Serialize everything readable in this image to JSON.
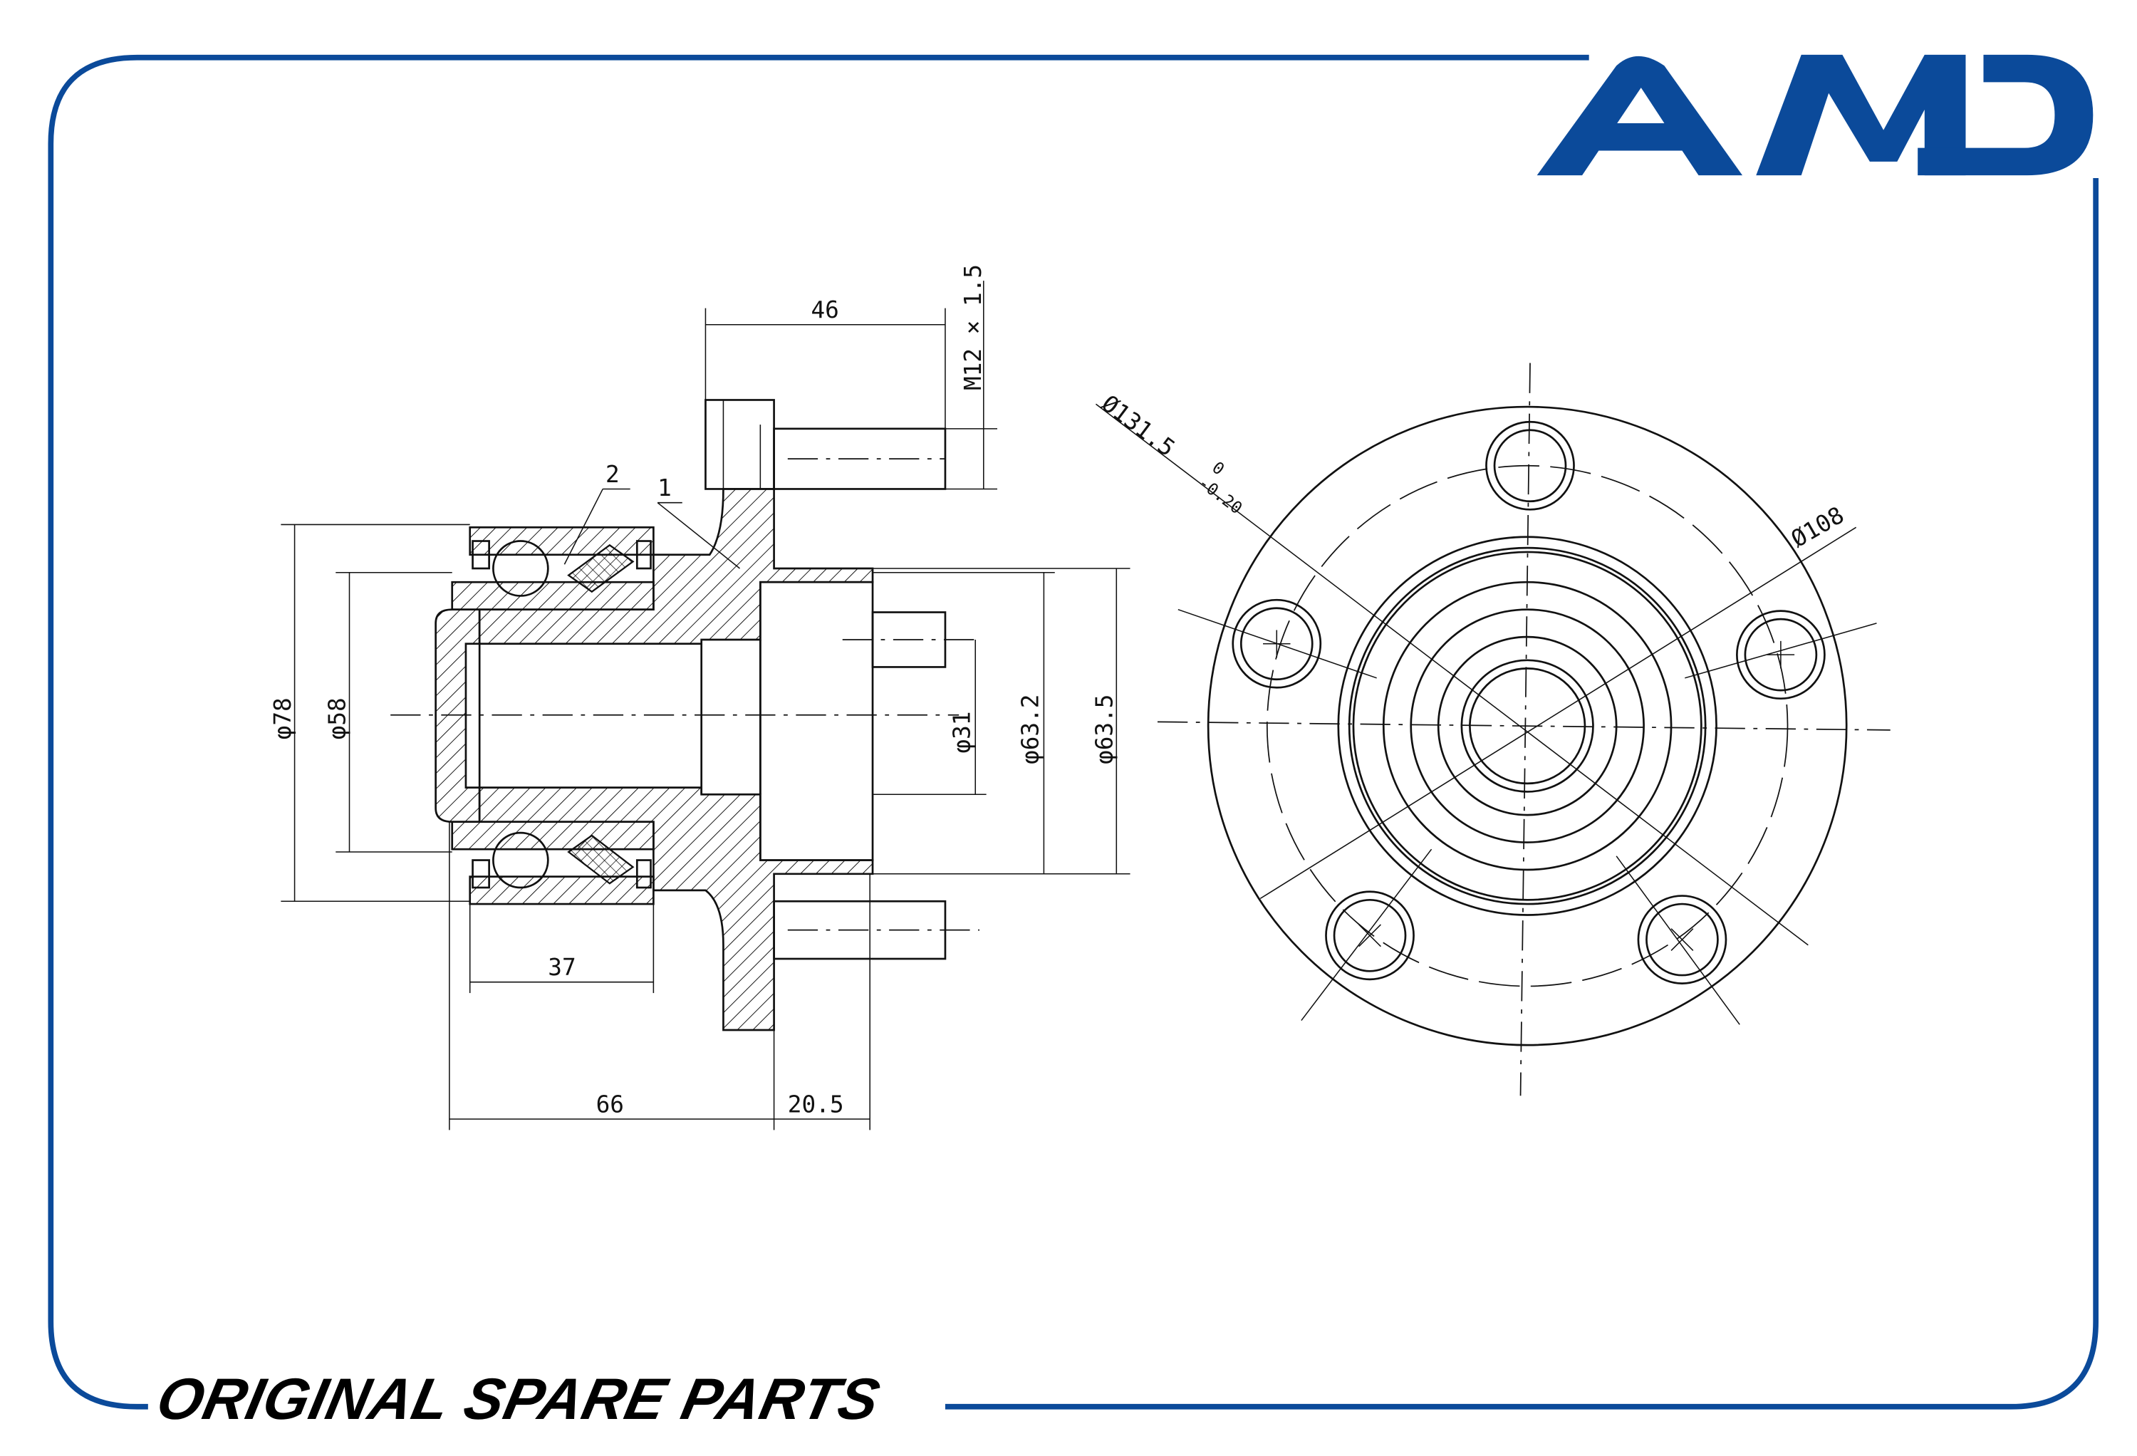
{
  "brand": {
    "logo_text": "AMD",
    "tagline": "ORIGINAL SPARE PARTS",
    "color": "#0b4a9a"
  },
  "drawing": {
    "callouts": {
      "part1": "1",
      "part2": "2"
    },
    "dimensions": {
      "stud_length": "46",
      "thread": "M12 × 1.5",
      "bearing_od": "φ78",
      "bearing_bore": "φ58",
      "spindle_bore": "φ31",
      "pilot_dia_1": "φ63.2",
      "pilot_dia_2": "φ63.5",
      "bearing_width": "37",
      "overall_length": "66",
      "pilot_length": "20.5",
      "flange_dia": "Ø131.5",
      "flange_tol_upper": "0",
      "flange_tol_lower": "-0.20",
      "pcd": "Ø108"
    }
  }
}
